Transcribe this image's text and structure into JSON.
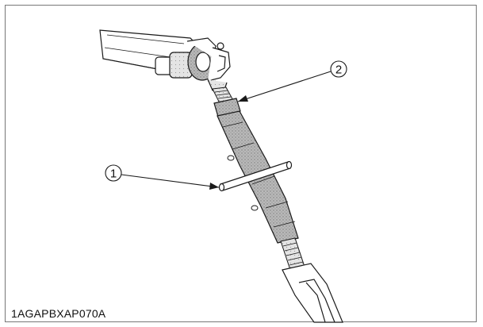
{
  "figure": {
    "code": "1AGAPBXAP070A"
  },
  "callouts": [
    {
      "label": "1"
    },
    {
      "label": "2"
    }
  ],
  "colors": {
    "line": "#1a1a1a",
    "shade": "#9a9a9a",
    "shade_light": "#cfcfcf",
    "border": "#777777"
  }
}
